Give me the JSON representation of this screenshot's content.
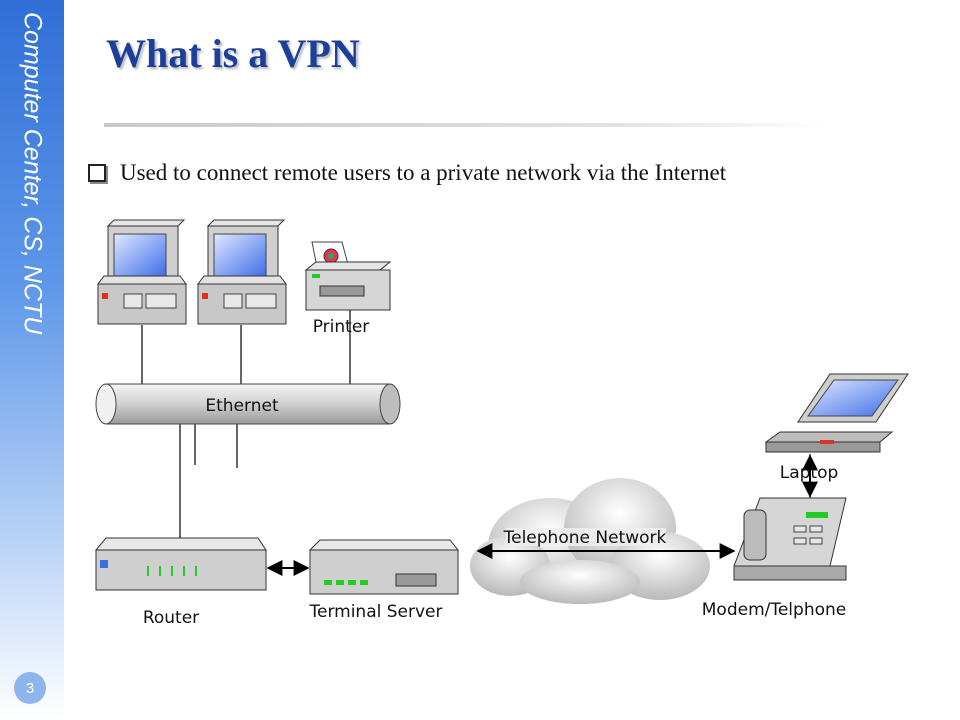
{
  "sidebar": {
    "text": "Computer Center, CS, NCTU",
    "page_number": "3"
  },
  "slide": {
    "title": "What is a VPN",
    "bullet": "Used to connect remote users to a private network via the Internet"
  },
  "diagram": {
    "labels": {
      "printer": "Printer",
      "ethernet": "Ethernet",
      "laptop": "Laptop",
      "telephone_network": "Telephone Network",
      "router": "Router",
      "terminal_server": "Terminal Server",
      "modem_telephone": "Modem/Telphone"
    }
  },
  "colors": {
    "title": "#1c3f9a",
    "sidebar_top": "#2f6fd6",
    "screen": "#4f7cf0"
  }
}
